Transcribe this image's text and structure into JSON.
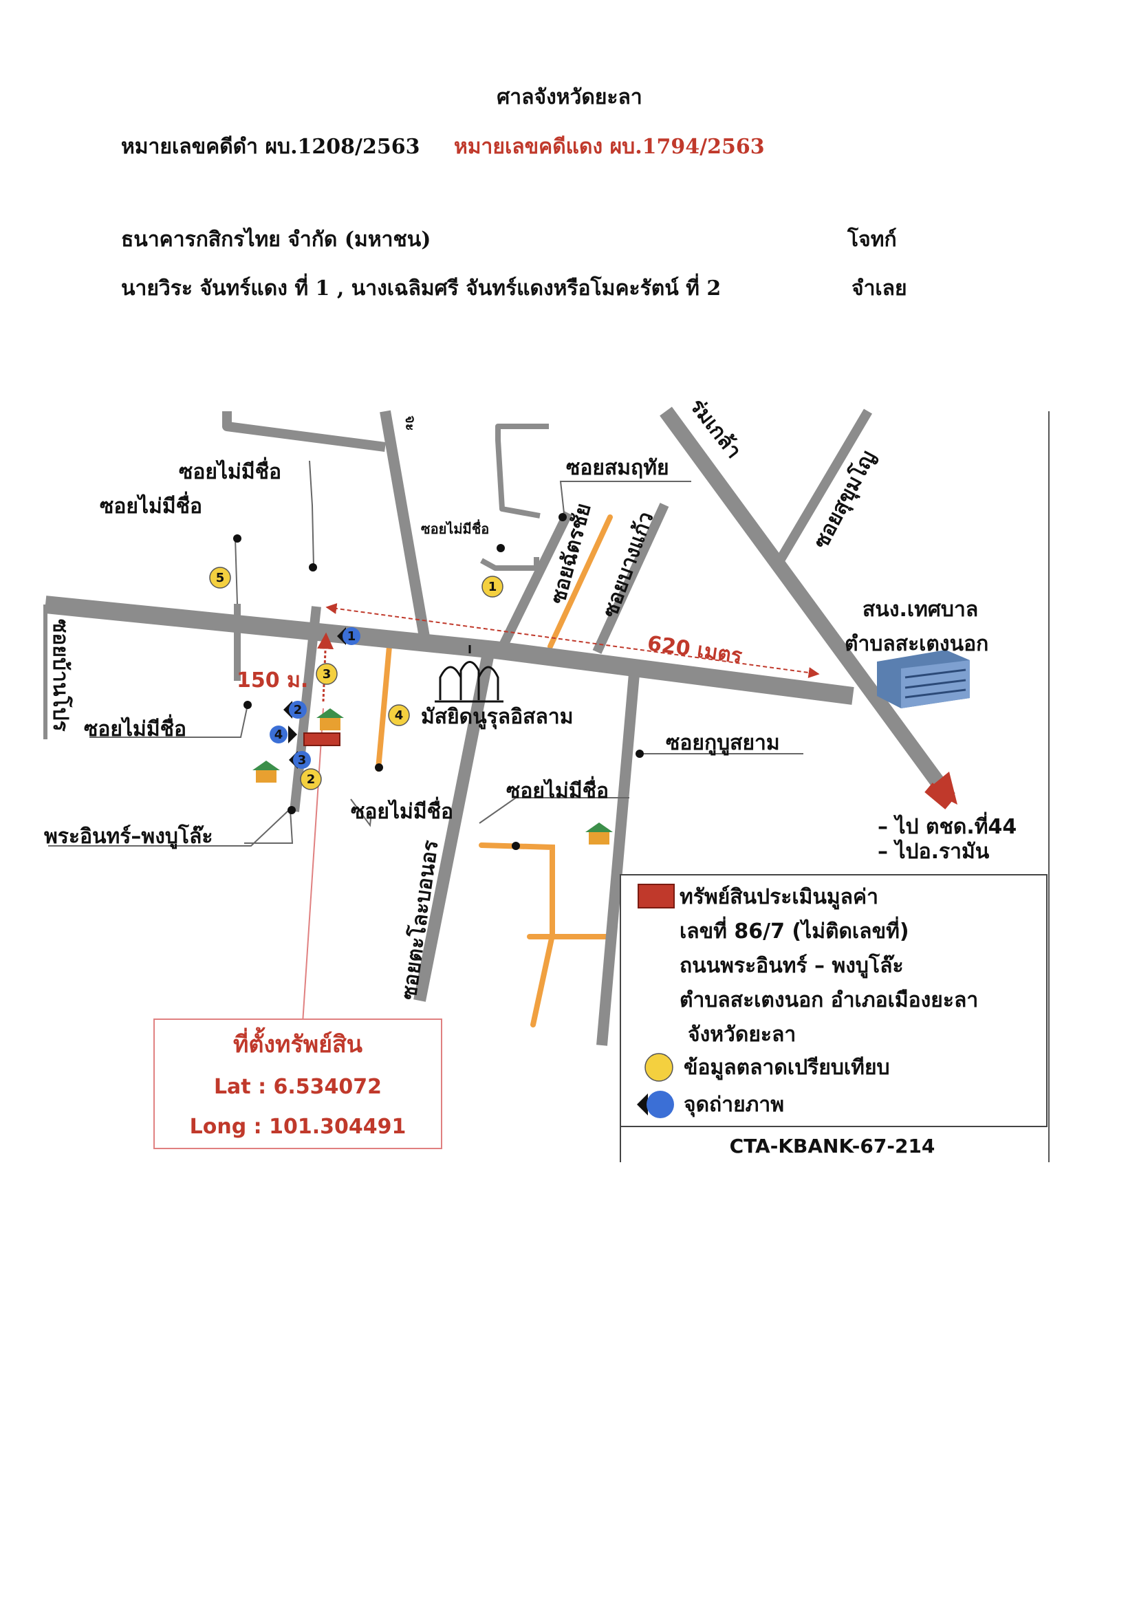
{
  "header": {
    "court": "ศาลจังหวัดยะลา",
    "black_case": "หมายเลขคดีดำ ผบ.1208/2563",
    "red_case": "หมายเลขคดีแดง ผบ.1794/2563",
    "plaintiff": "ธนาคารกสิกรไทย จำกัด (มหาชน)",
    "plaintiff_role": "โจทก์",
    "defendant": "นายวิระ จันทร์แดง ที่ 1 , นางเฉลิมศรี จันทร์แดงหรือโมคะรัตน์ ที่ 2",
    "defendant_role": "จำเลย"
  },
  "map": {
    "road_labels": {
      "soi_no_name_a": "ซอยไม่มีชื่อ",
      "soi_no_name_b": "ซอยไม่มีชื่อ",
      "soi_no_name_c": "ซอยไม่มีชื่อ",
      "soi_no_name_d": "ซอยไม่มีชื่อ",
      "soi_no_name_e": "ซอยไม่มีชื่อ",
      "soi_no_name_f": "ซอยไม่มีชื่อ",
      "soi_som_ruthai": "ซอยสมฤทัย",
      "soi_chatsachai": "ซอยฉัตรชัย",
      "soi_bang_kaeo": "ซอยบางแก้ว",
      "rom_mueang": "ร่มเกล้า",
      "soi_sukhon": "ซอยสุขุมโญ",
      "soi_kubu_sayam": "ซอยกูบูสยาม",
      "soi_tala_boenor": "ซอยตะโละบอนอร",
      "soi_bang_pri": "ซอยบ้านโปร",
      "phra_in_phong_bu_lo": "พระอินทร์–พงบูโล๊ะ",
      "cut_top_label": "จะ"
    },
    "landmarks": {
      "municipality_1": "สนง.เทศบาล",
      "municipality_2": "ตำบลสะเตงนอก",
      "mosque": "มัสยิดนูรุลอิสลาม"
    },
    "distances": {
      "d620": "620 เมตร",
      "d150": "150 ม."
    },
    "directions": {
      "to_police": "– ไป ตชด.ที่44",
      "to_raman": "– ไปอ.รามัน"
    },
    "markers": {
      "yellow": [
        "1",
        "2",
        "3",
        "4",
        "5"
      ],
      "blue": [
        "1",
        "2",
        "3",
        "4"
      ]
    },
    "location_box": {
      "title": "ที่ตั้งทรัพย์สิน",
      "lat": "Lat : 6.534072",
      "long": "Long : 101.304491"
    },
    "legend": {
      "appraised_1": "ทรัพย์สินประเมินมูลค่า",
      "appraised_2": "เลขที่ 86/7 (ไม่ติดเลขที่)",
      "appraised_3": "ถนนพระอินทร์ – พงบูโล๊ะ",
      "appraised_4": "ตำบลสะเตงนอก อำเภอเมืองยะลา",
      "appraised_5": "จังหวัดยะลา",
      "market": "ข้อมูลตลาดเปรียบเทียบ",
      "photo": "จุดถ่ายภาพ",
      "code": "CTA-KBANK-67-214"
    },
    "colors": {
      "road": "#8c8c8c",
      "minor_road": "#f0a040",
      "accent_red": "#c0392b",
      "marker_yellow": "#f4d03f",
      "marker_blue": "#3b6fd6"
    }
  }
}
